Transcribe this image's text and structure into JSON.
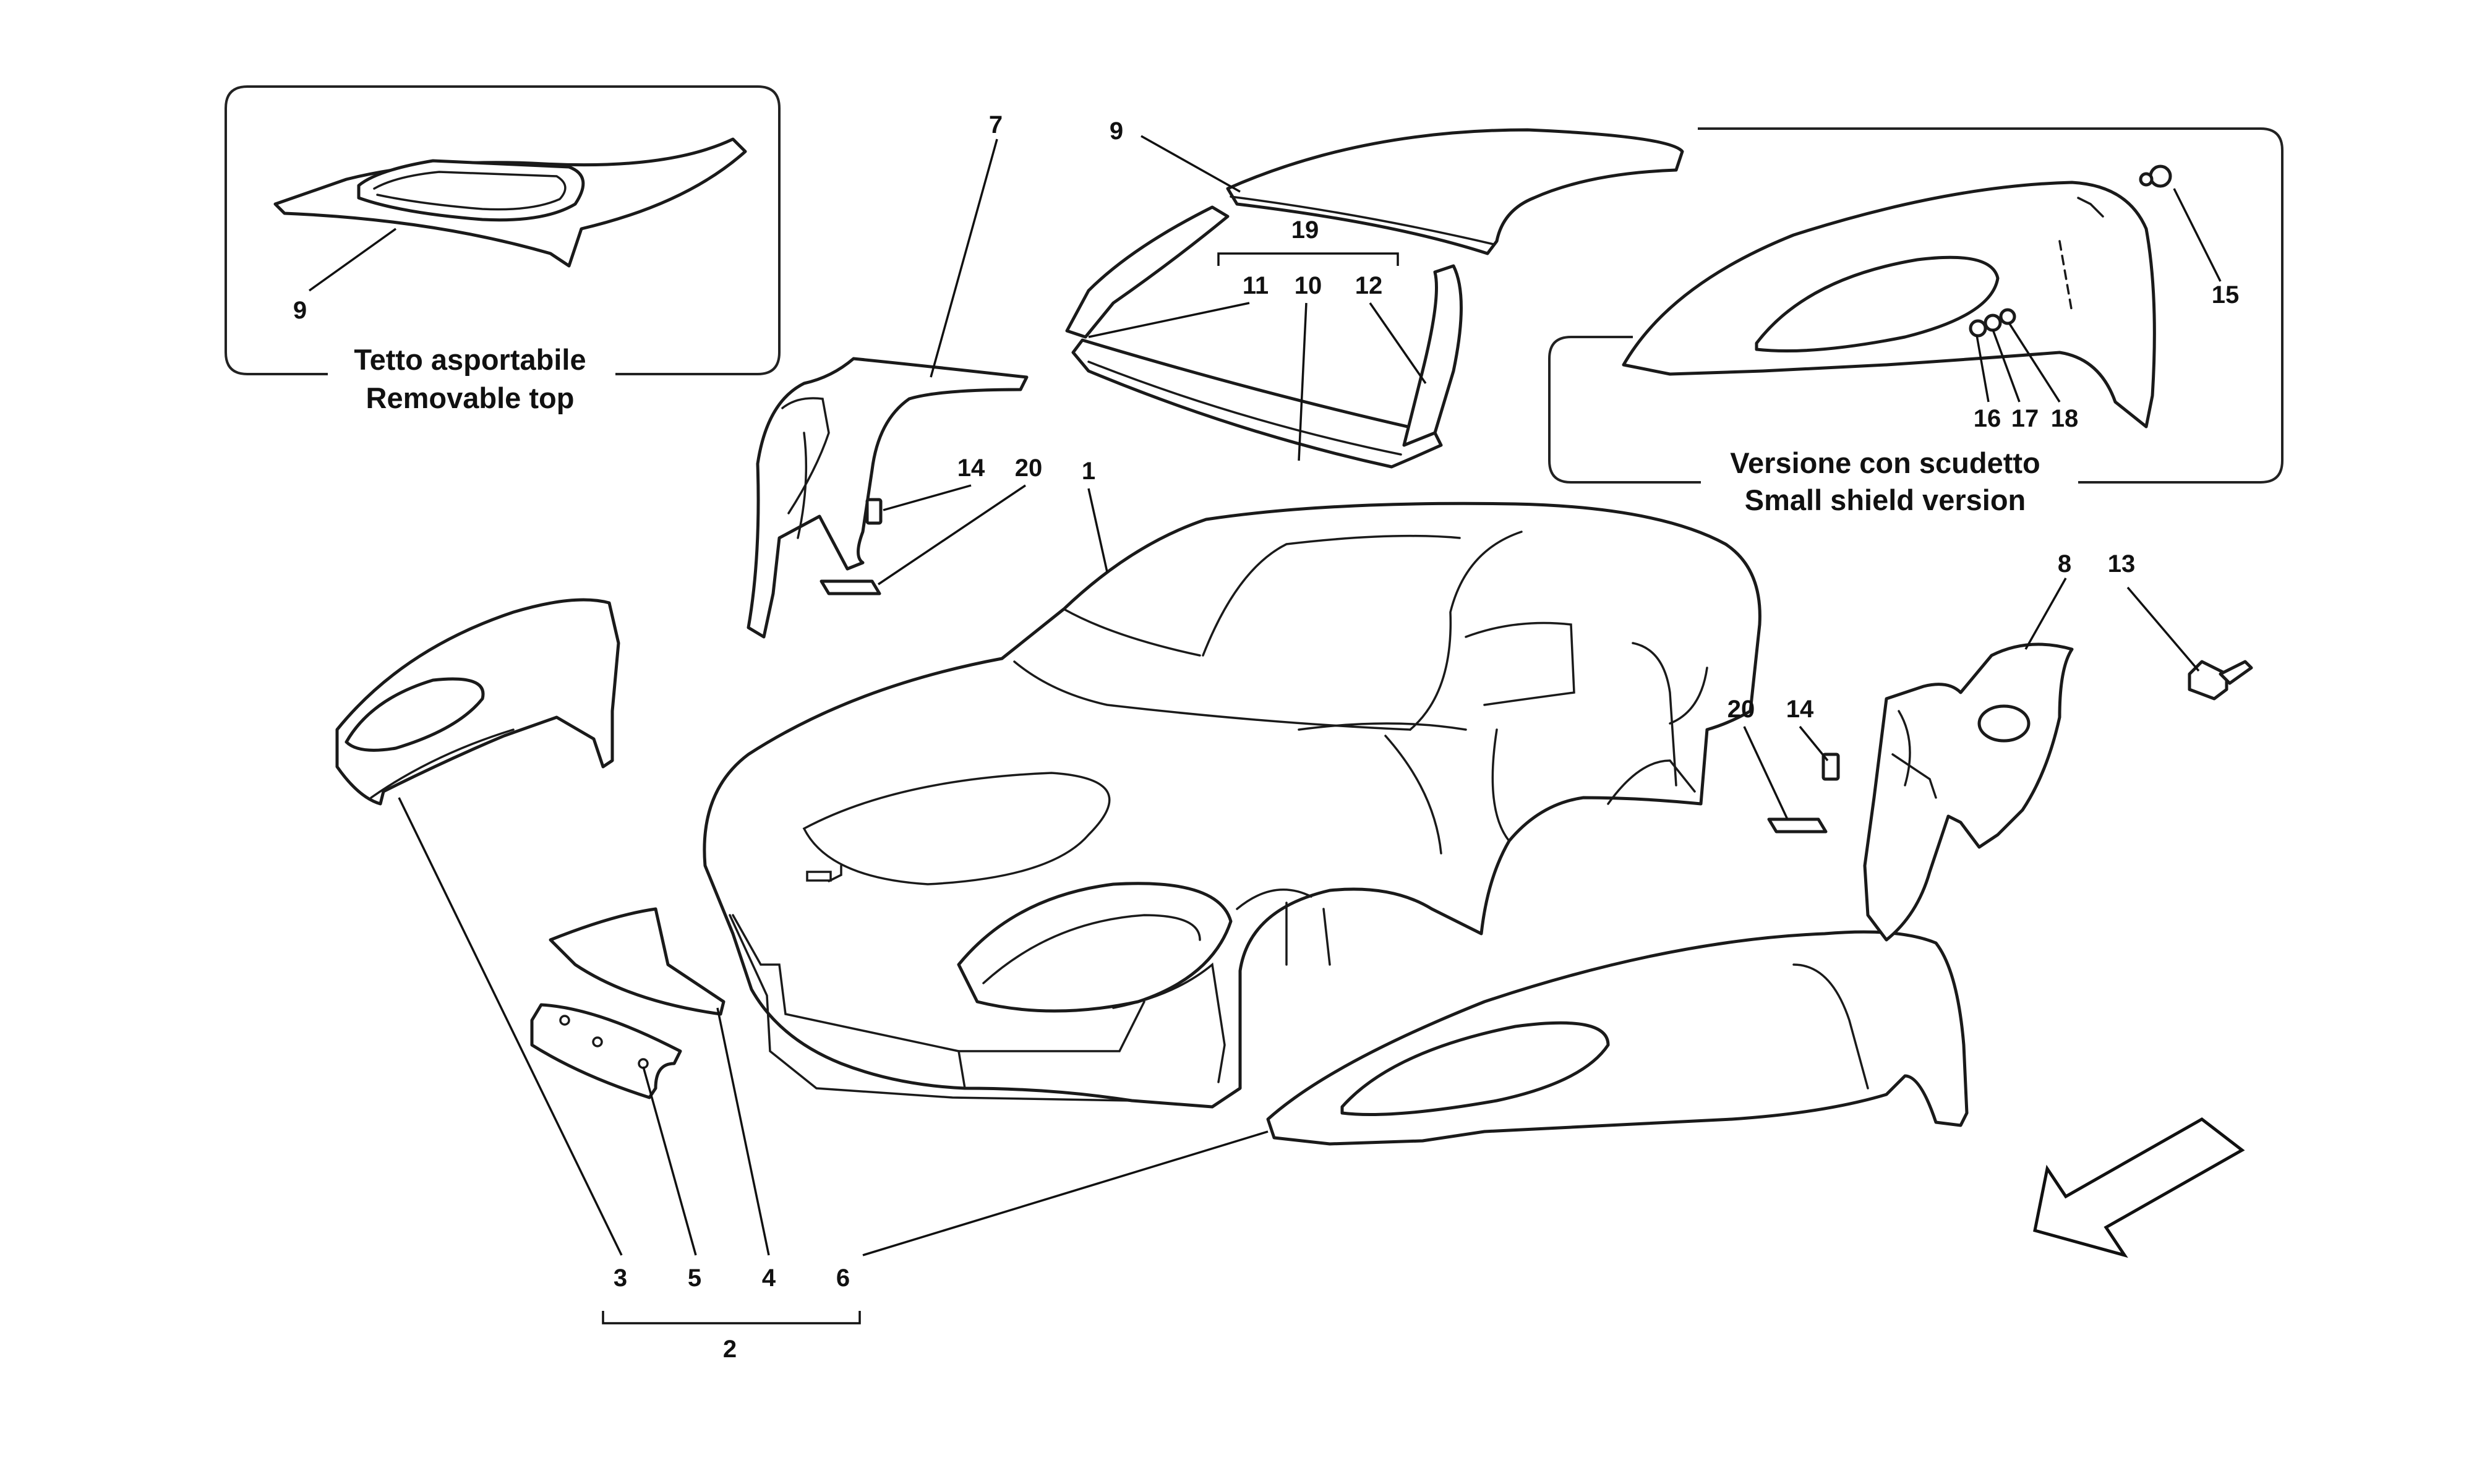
{
  "diagram": {
    "removable_top_caption": {
      "line1": "Tetto asportabile",
      "line2": "Removable top"
    },
    "shield_caption": {
      "line1": "Versione con scudetto",
      "line2": "Small shield version"
    },
    "callouts": {
      "c1": "1",
      "c2": "2",
      "c3": "3",
      "c4": "4",
      "c5": "5",
      "c6": "6",
      "c7": "7",
      "c8": "8",
      "c9_inset": "9",
      "c9_main": "9",
      "c10": "10",
      "c11": "11",
      "c12": "12",
      "c13": "13",
      "c14_left": "14",
      "c14_right": "14",
      "c15": "15",
      "c16": "16",
      "c17": "17",
      "c18": "18",
      "c19": "19",
      "c20_left": "20",
      "c20_right": "20"
    },
    "icons": {
      "direction_arrow": "front-direction-arrow-icon"
    },
    "colors": {
      "line": "#1a1a1a",
      "background": "#ffffff"
    }
  }
}
